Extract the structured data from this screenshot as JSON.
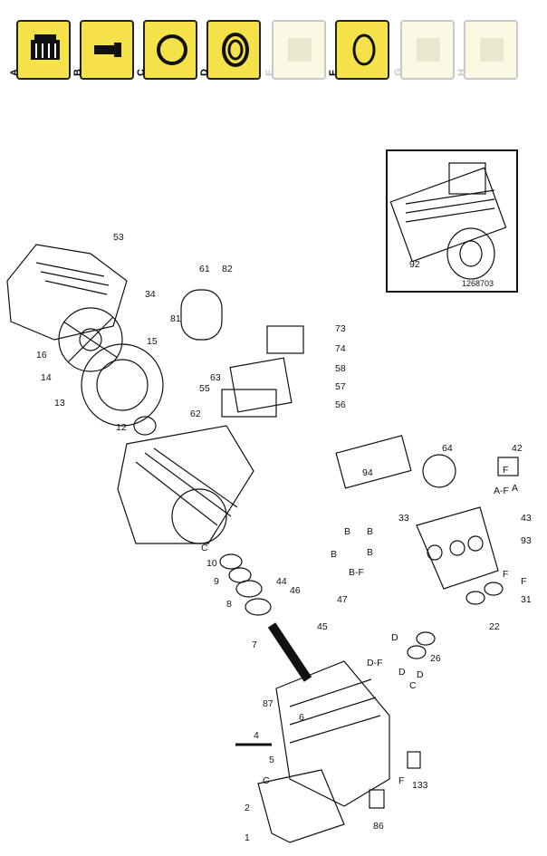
{
  "tiles": [
    {
      "label": "A",
      "icon": "valve-assembly-icon",
      "active": true
    },
    {
      "label": "B",
      "icon": "pin-icon",
      "active": true
    },
    {
      "label": "C",
      "icon": "o-ring-icon",
      "active": true
    },
    {
      "label": "D",
      "icon": "seal-ring-icon",
      "active": true
    },
    {
      "label": "E",
      "icon": "packing-icon",
      "active": false
    },
    {
      "label": "F",
      "icon": "thin-ring-icon",
      "active": true
    },
    {
      "label": "G",
      "icon": "packing-icon",
      "active": false
    },
    {
      "label": "H",
      "icon": "packing-icon",
      "active": false
    }
  ],
  "colors": {
    "tile_active": "#f5e24a",
    "tile_inactive": "#fbf8e3",
    "line": "#111111"
  },
  "inset": {
    "code": "1268703",
    "part": "92"
  },
  "callouts": {
    "c53": "53",
    "c34": "34",
    "c16": "16",
    "c15": "15",
    "c14": "14",
    "c13": "13",
    "c12": "12",
    "c61": "61",
    "c82": "82",
    "c81": "81",
    "c73": "73",
    "c74": "74",
    "c58": "58",
    "c57": "57",
    "c56": "56",
    "c55": "55",
    "c63": "63",
    "c62": "62",
    "c94": "94",
    "c64": "64",
    "c42": "42",
    "cF1": "F",
    "cA1": "A",
    "cAF": "A-F",
    "c43": "43",
    "c93": "93",
    "c33": "33",
    "cB1": "B",
    "cB2": "B",
    "cB3": "B",
    "cB4": "B",
    "cBF": "B-F",
    "cC1": "C",
    "c10": "10",
    "c9": "9",
    "c8": "8",
    "c44": "44",
    "c46": "46",
    "c47": "47",
    "c45": "45",
    "c7": "7",
    "cF2": "F",
    "c31": "31",
    "cF3": "F",
    "c22": "22",
    "cD1": "D",
    "c26": "26",
    "cD2": "D",
    "cDF": "D-F",
    "cC2": "C",
    "cD3": "D",
    "c87": "87",
    "c4": "4",
    "c5": "5",
    "c6": "6",
    "cC3": "C",
    "c2": "2",
    "c1": "1",
    "c86": "86",
    "cF4": "F",
    "c133": "133"
  }
}
